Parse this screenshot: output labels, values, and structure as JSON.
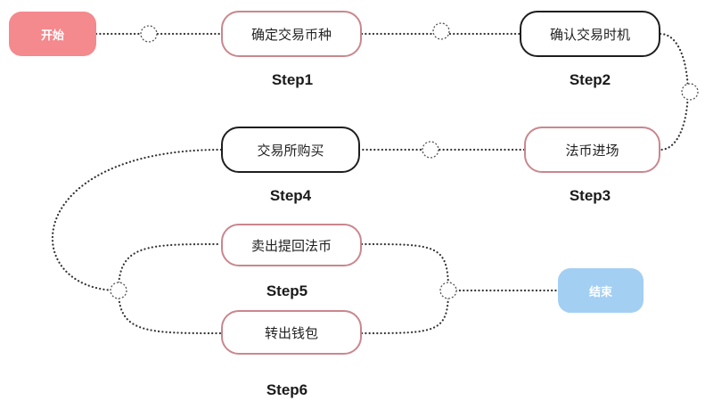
{
  "nodes": {
    "start": "开始",
    "n1": "确定交易币种",
    "n2": "确认交易时机",
    "n3": "法币进场",
    "n4": "交易所购买",
    "n5": "卖出提回法币",
    "n6": "转出钱包",
    "end": "结束"
  },
  "steps": {
    "s1": "Step1",
    "s2": "Step2",
    "s3": "Step3",
    "s4": "Step4",
    "s5": "Step5",
    "s6": "Step6"
  },
  "colors": {
    "start_fill": "#f4898e",
    "end_fill": "#a3cff3",
    "node_border_pink": "#c9878e",
    "node_border_dark": "#1e1e1e",
    "connector": "#333333"
  }
}
